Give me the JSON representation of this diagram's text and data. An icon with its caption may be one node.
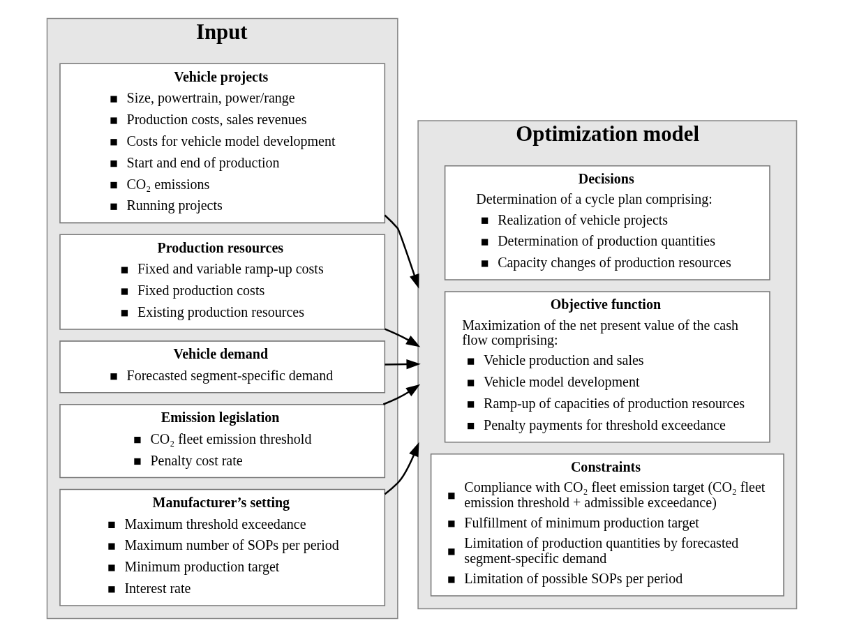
{
  "diagram": {
    "nodes": [
      {
        "text": [
          "Input"
        ]
      },
      {
        "text": [
          "Vehicle projects",
          "Size, powertrain, power/range",
          "Production costs, sales revenues",
          "Costs for vehicle model development",
          "Start and end of production",
          "CO₂ emissions",
          "Running projects"
        ],
        "in": 0
      },
      {
        "text": [
          "Production resources",
          "Fixed and variable ramp-up costs",
          "Fixed production costs",
          "Existing production resources"
        ],
        "in": 0
      },
      {
        "text": [
          "Vehicle demand",
          "Forecasted segment-specific demand"
        ],
        "in": 0
      },
      {
        "text": [
          "Emission legislation",
          "CO₂ fleet emission threshold",
          "Penalty cost rate"
        ],
        "in": 0
      },
      {
        "text": [
          "Manufacturer’s setting",
          "Maximum threshold exceedance",
          "Maximum number of SOPs per period",
          "Minimum production target",
          "Interest rate"
        ],
        "in": 0
      },
      {
        "text": [
          "Optimization model"
        ]
      },
      {
        "text": [
          "Decisions",
          "Determination of a cycle plan comprising:",
          "Realization of vehicle projects",
          "Determination of production quantities",
          "Capacity changes of production resources"
        ],
        "in": 6
      },
      {
        "text": [
          "Objective function",
          "Maximization of the net present value of the cash flow comprising:",
          "Vehicle production and sales",
          "Vehicle model development",
          "Ramp-up of capacities of production resources",
          "Penalty payments for threshold exceedance"
        ],
        "in": 6
      },
      {
        "text": [
          "Constraints",
          "Compliance with CO₂ fleet emission target (CO₂ fleet emission threshold + admissible exceedance)",
          "Fulfillment of minimum production target",
          "Limitation of production quantities by forecasted segment-specific demand",
          "Limitation of possible SOPs per period"
        ],
        "in": 6
      }
    ],
    "edges": [
      {
        "from": 1,
        "to": 6,
        "arrow": "to"
      },
      {
        "from": 2,
        "to": 6,
        "arrow": "to"
      },
      {
        "from": 3,
        "to": 6,
        "arrow": "to"
      },
      {
        "from": 4,
        "to": 6,
        "arrow": "to"
      },
      {
        "from": 5,
        "to": 6,
        "arrow": "to"
      }
    ]
  }
}
